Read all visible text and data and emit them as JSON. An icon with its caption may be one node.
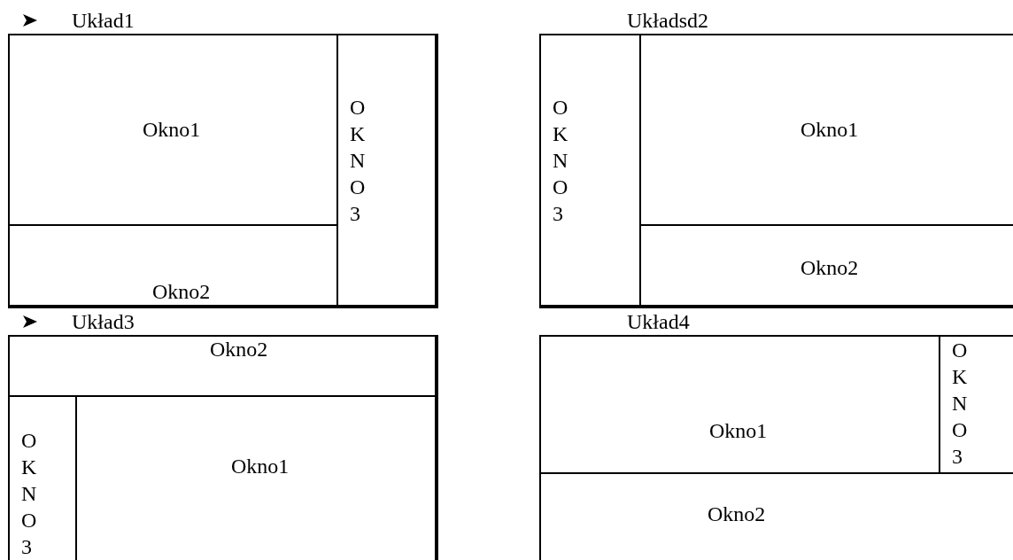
{
  "diagram": {
    "nodes": [
      {
        "text": [
          "Układ1"
        ]
      },
      {
        "text": [
          "Okno1"
        ],
        "in": 0
      },
      {
        "text": [
          "Okno2"
        ],
        "in": 0
      },
      {
        "text": [
          "O K N O 3"
        ],
        "in": 0
      },
      {
        "text": [
          "Układsd2"
        ]
      },
      {
        "text": [
          "O K N O 3"
        ],
        "in": 4
      },
      {
        "text": [
          "Okno1"
        ],
        "in": 4
      },
      {
        "text": [
          "Okno2"
        ],
        "in": 4
      },
      {
        "text": [
          "Układ3"
        ]
      },
      {
        "text": [
          "Okno2"
        ],
        "in": 8
      },
      {
        "text": [
          "O K N O 3"
        ],
        "in": 8
      },
      {
        "text": [
          "Okno1"
        ],
        "in": 8
      },
      {
        "text": [
          "Układ4"
        ]
      },
      {
        "text": [
          "Okno1"
        ],
        "in": 12
      },
      {
        "text": [
          "O K N O 3"
        ],
        "in": 12
      },
      {
        "text": [
          "Okno2"
        ],
        "in": 12
      }
    ],
    "edges": []
  }
}
